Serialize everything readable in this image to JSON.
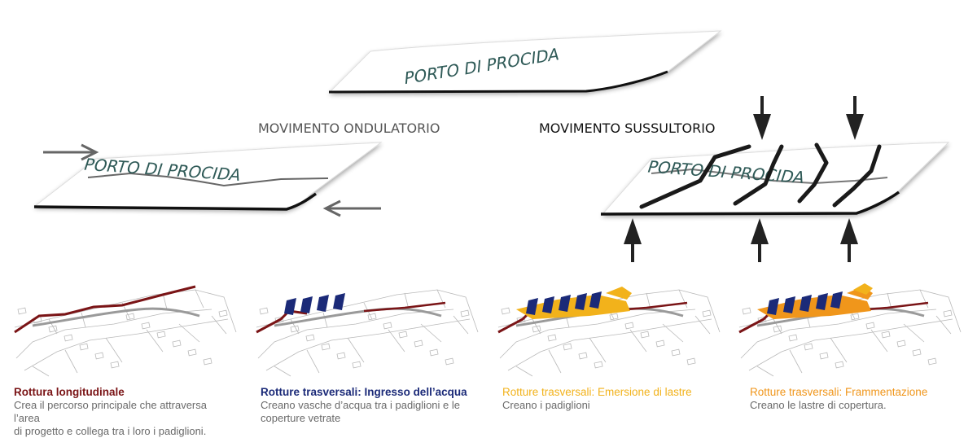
{
  "plane_label": "PORTO DI PROCIDA",
  "headings": {
    "ondulatorio": "MOVIMENTO ONDULATORIO",
    "sussultorio": "MOVIMENTO SUSSULTORIO"
  },
  "captions": [
    {
      "title": "Rottura longitudinale",
      "text_1": "Crea il percorso principale che attraversa l’area",
      "text_2": "di progetto e collega tra i loro i padiglioni.",
      "color": "#7a1416"
    },
    {
      "title": "Rotture trasversali: Ingresso dell’acqua",
      "text_1": "Creano vasche d’acqua tra i padiglioni e le",
      "text_2": "coperture vetrate",
      "color": "#1b2a78"
    },
    {
      "title": "Rotture trasversali: Emersione di lastre",
      "text_1": "Creano i padiglioni",
      "text_2": "",
      "color": "#f2b21b"
    },
    {
      "title": "Rotture trasversali: Frammentazione",
      "text_1": "Creano le lastre di copertura.",
      "text_2": "",
      "color": "#f0961b"
    }
  ],
  "colors": {
    "plane_text": "#2f5a57",
    "heading_gray": "#555555",
    "heading_dark": "#111111",
    "arrow_gray": "#666666",
    "arrow_dark": "#222222",
    "crack": "#1a1a1a",
    "route": "#7a1416",
    "water": "#1b2a78",
    "pavilion": "#f2b21b",
    "cover": "#f0961b"
  },
  "icons": [
    "arrow-right-icon",
    "arrow-left-icon",
    "arrow-down-icon",
    "arrow-up-icon"
  ]
}
